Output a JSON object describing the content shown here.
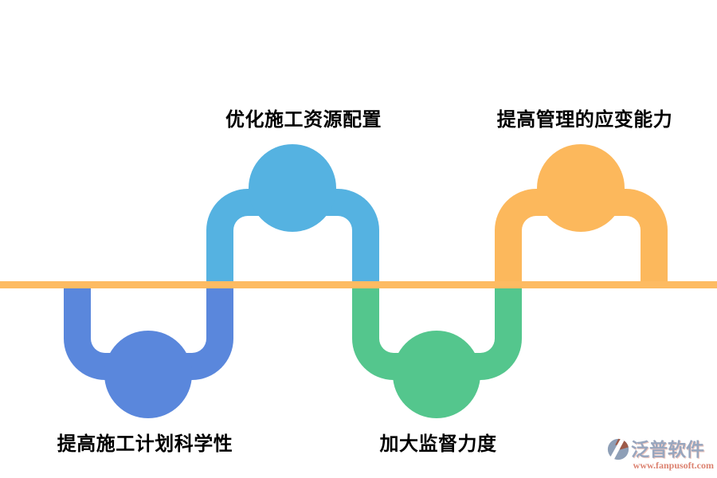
{
  "diagram": {
    "baseline": {
      "color": "#FDBB62"
    },
    "items": [
      {
        "id": "improve-plan-science",
        "label": "提高施工计划科学性",
        "color": "#5A87DC",
        "position": "below-line"
      },
      {
        "id": "optimize-resources",
        "label": "优化施工资源配置",
        "color": "#55B2E1",
        "position": "above-line"
      },
      {
        "id": "strengthen-supervision",
        "label": "加大监督力度",
        "color": "#54C68D",
        "position": "below-line"
      },
      {
        "id": "improve-adaptability",
        "label": "提高管理的应变能力",
        "color": "#FCB85C",
        "position": "above-line"
      }
    ]
  },
  "watermark": {
    "brand": "泛普软件",
    "url": "www.fanpusoft.com",
    "brand_color": "#98A6BE",
    "url_color": "#DC8270",
    "logo_color": "#8E9FB7",
    "logo_accent": "#9D5A49"
  }
}
